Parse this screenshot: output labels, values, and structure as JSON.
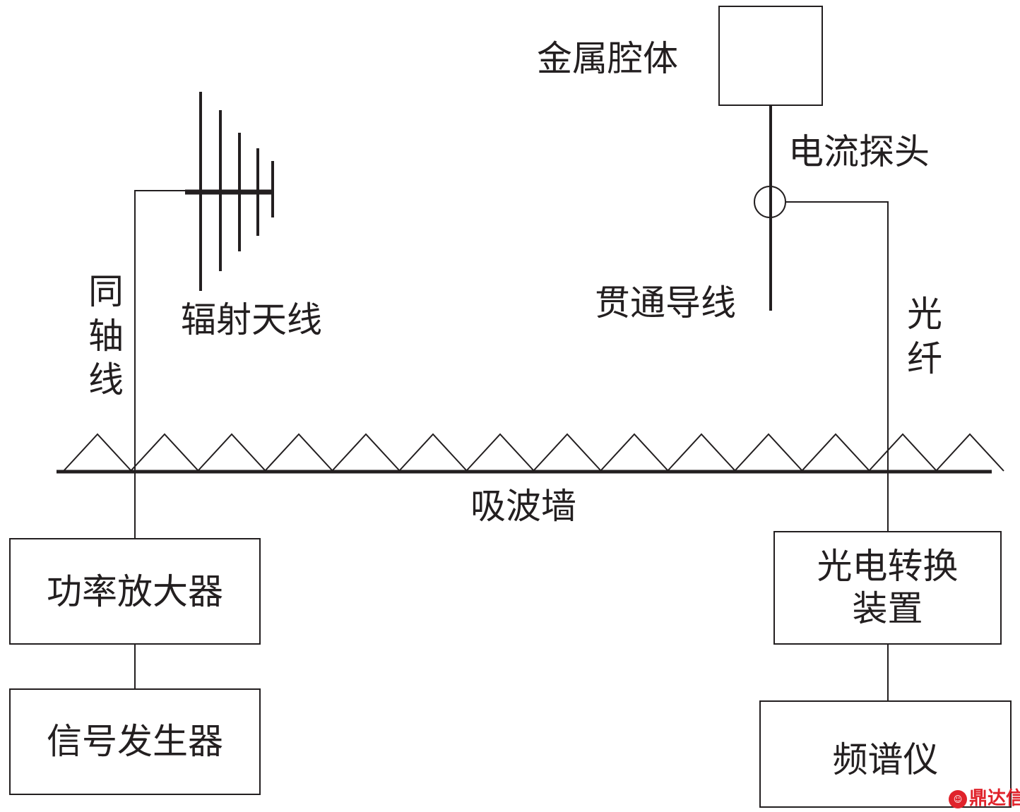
{
  "labels": {
    "metal_cavity": "金属腔体",
    "current_probe": "电流探头",
    "feedthrough_wire": "贯通导线",
    "radiating_antenna": "辐射天线",
    "coaxial_cable": "同轴线",
    "optical_fiber": "光纤",
    "absorber_wall": "吸波墙",
    "power_amplifier": "功率放大器",
    "signal_generator": "信号发生器",
    "oe_converter_line1": "光电转换",
    "oe_converter_line2": "装置",
    "spectrum_analyzer": "频谱仪"
  },
  "watermark": "鼎达信",
  "colors": {
    "line": "#231f20",
    "watermark": "#e0232b"
  }
}
